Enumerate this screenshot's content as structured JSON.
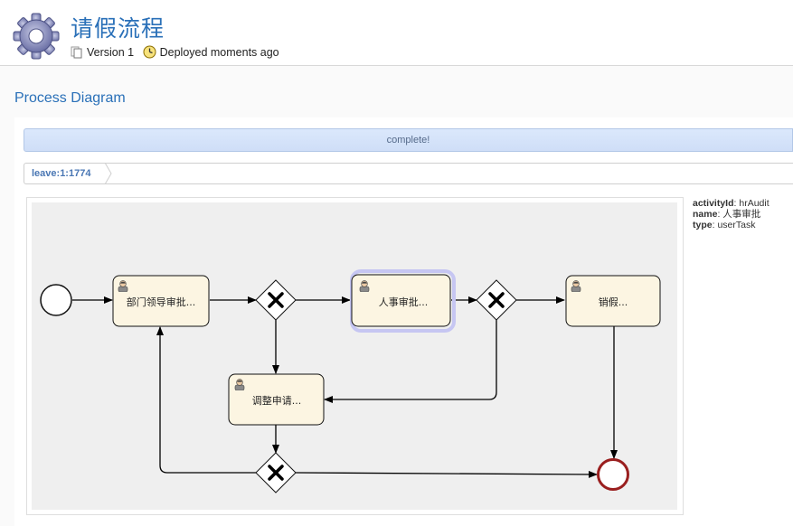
{
  "header": {
    "title": "请假流程",
    "version": "Version 1",
    "deployed": "Deployed moments ago"
  },
  "section": {
    "title": "Process Diagram"
  },
  "status": {
    "text": "complete!"
  },
  "breadcrumb": {
    "label": "leave:1:1774"
  },
  "diagram": {
    "tasks": [
      {
        "id": "deptAudit",
        "label": "部门领导审批..."
      },
      {
        "id": "hrAudit",
        "label": "人事审批...",
        "active": true
      },
      {
        "id": "reportBack",
        "label": "销假..."
      },
      {
        "id": "modifyApply",
        "label": "调整申请..."
      }
    ]
  },
  "properties": {
    "activityId_key": "activityId",
    "activityId_value": "hrAudit",
    "name_key": "name",
    "name_value": "人事审批",
    "type_key": "type",
    "type_value": "userTask"
  },
  "colors": {
    "accent": "#2a70b8",
    "task_fill": "#fcf5e2",
    "active_highlight": "#c6c6f2",
    "end_event": "#9a1f1f"
  },
  "icons": [
    "gear-icon",
    "copy-icon",
    "clock-icon",
    "user-icon",
    "gateway-x-icon"
  ]
}
